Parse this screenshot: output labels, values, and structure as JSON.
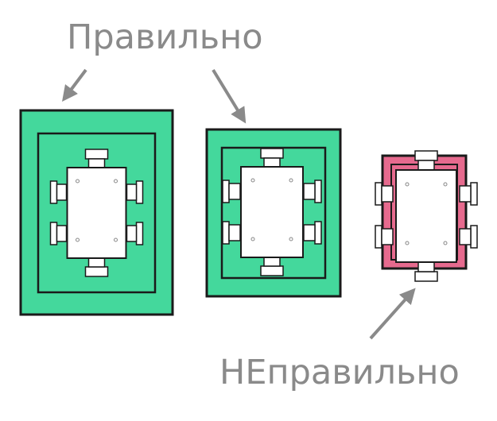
{
  "labels": {
    "correct": "Правильно",
    "incorrect": "НЕправильно"
  },
  "colors": {
    "correct_rug": "#44d89c",
    "incorrect_rug": "#e66a8e",
    "outline": "#1a1a1a",
    "arrow": "#8a8a8a",
    "label_text": "#8a8a8a",
    "furniture_fill": "#ffffff"
  },
  "diagrams": [
    {
      "id": "large-rug",
      "verdict": "correct",
      "has_inner_border": true
    },
    {
      "id": "medium-rug",
      "verdict": "correct",
      "has_inner_border": true
    },
    {
      "id": "small-rug",
      "verdict": "incorrect",
      "has_inner_border": true
    }
  ]
}
